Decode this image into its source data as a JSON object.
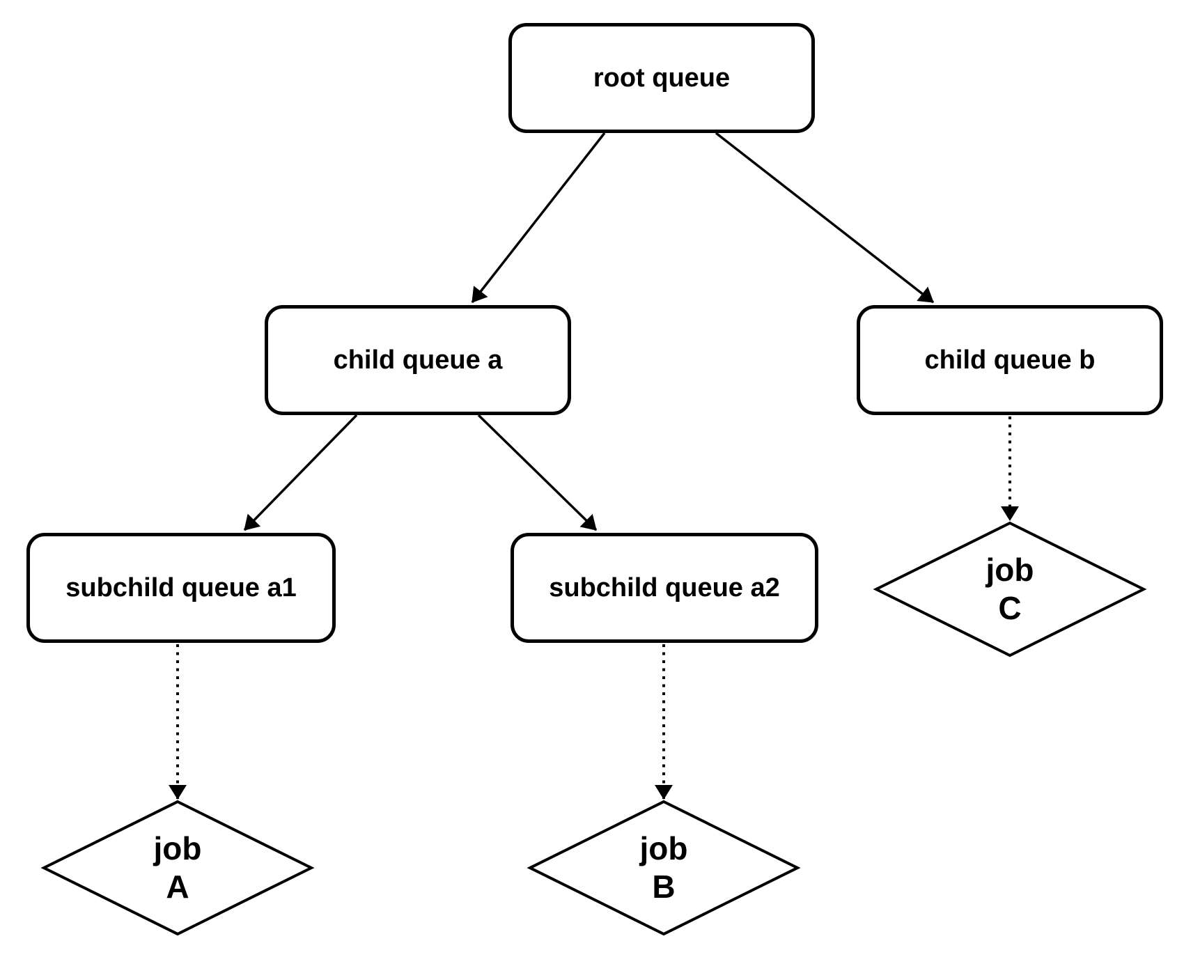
{
  "diagram": {
    "type": "flowchart-tree",
    "background_color": "#ffffff",
    "line_color": "#000000",
    "node_fill_color": "#ffffff",
    "queues": [
      {
        "id": "root",
        "label": "root queue"
      },
      {
        "id": "child-a",
        "label": "child queue a"
      },
      {
        "id": "child-b",
        "label": "child queue b"
      },
      {
        "id": "subchild-a1",
        "label": "subchild queue a1"
      },
      {
        "id": "subchild-a2",
        "label": "subchild queue a2"
      }
    ],
    "jobs": [
      {
        "id": "job-a",
        "line1": "job",
        "line2": "A"
      },
      {
        "id": "job-b",
        "line1": "job",
        "line2": "B"
      },
      {
        "id": "job-c",
        "line1": "job",
        "line2": "C"
      }
    ],
    "edges": [
      {
        "from": "root",
        "to": "child-a",
        "style": "solid-arrow"
      },
      {
        "from": "root",
        "to": "child-b",
        "style": "solid-arrow"
      },
      {
        "from": "child-a",
        "to": "subchild-a1",
        "style": "solid-arrow"
      },
      {
        "from": "child-a",
        "to": "subchild-a2",
        "style": "solid-arrow"
      },
      {
        "from": "subchild-a1",
        "to": "job-a",
        "style": "dotted-arrow"
      },
      {
        "from": "subchild-a2",
        "to": "job-b",
        "style": "dotted-arrow"
      },
      {
        "from": "child-b",
        "to": "job-c",
        "style": "dotted-arrow"
      }
    ]
  }
}
